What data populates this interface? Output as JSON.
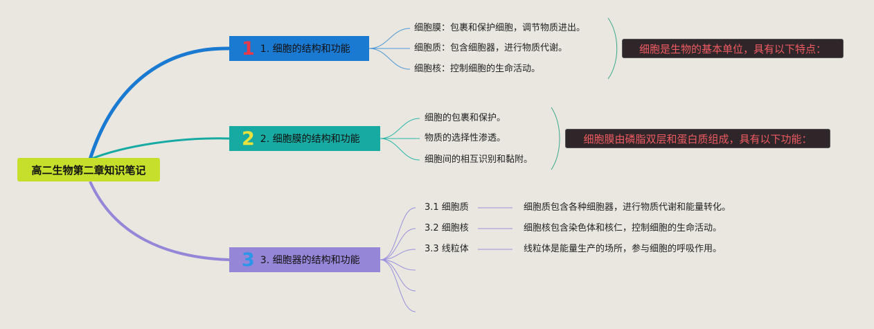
{
  "root": {
    "label": "高二生物第二章知识笔记"
  },
  "branches": [
    {
      "num": "1",
      "label": "1. 细胞的结构和功能",
      "items": [
        "细胞膜：包裹和保护细胞，调节物质进出。",
        "细胞质：包含细胞器，进行物质代谢。",
        "细胞核：控制细胞的生命活动。"
      ],
      "note": "细胞是生物的基本单位，具有以下特点："
    },
    {
      "num": "2",
      "label": "2. 细胞膜的结构和功能",
      "items": [
        "细胞的包裹和保护。",
        "物质的选择性渗透。",
        "细胞间的相互识别和黏附。"
      ],
      "note": "细胞膜由磷脂双层和蛋白质组成，具有以下功能："
    },
    {
      "num": "3",
      "label": "3. 细胞器的结构和功能",
      "items": [
        {
          "title": "3.1 细胞质",
          "desc": "细胞质包含各种细胞器，进行物质代谢和能量转化。"
        },
        {
          "title": "3.2 细胞核",
          "desc": "细胞核包含染色体和核仁，控制细胞的生命活动。"
        },
        {
          "title": "3.3 线粒体",
          "desc": "线粒体是能量生产的场所，参与细胞的呼吸作用。"
        }
      ]
    }
  ],
  "colors": {
    "branch1": "#1a79d1",
    "branch2": "#17aaa2",
    "branch3": "#9686d8",
    "leafLine2": "#2ab7aa",
    "leafLine1": "#4a98d8",
    "bracket": "#3aa88a"
  }
}
